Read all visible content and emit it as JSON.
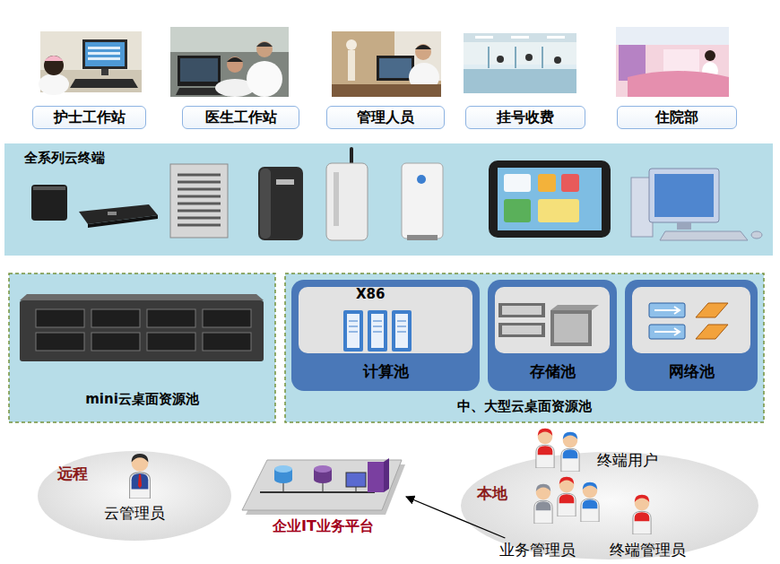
{
  "diagram": {
    "nodes": [
      {
        "text": [
          "护士工作站"
        ]
      },
      {
        "text": [
          "医生工作站"
        ]
      },
      {
        "text": [
          "管理人员"
        ]
      },
      {
        "text": [
          "挂号收费"
        ]
      },
      {
        "text": [
          "住院部"
        ]
      },
      {
        "text": [
          "全系列云终端"
        ]
      },
      {
        "text": [
          "mini云桌面资源池"
        ]
      },
      {
        "text": [
          "中、大型云桌面资源池"
        ]
      },
      {
        "text": [
          "X86",
          "计算池"
        ],
        "in": 7
      },
      {
        "text": [
          "存储池"
        ],
        "in": 7
      },
      {
        "text": [
          "网络池"
        ],
        "in": 7
      },
      {
        "text": [
          "远程"
        ]
      },
      {
        "text": [
          "云管理员"
        ],
        "in": 11
      },
      {
        "text": [
          "企业IT业务平台"
        ]
      },
      {
        "text": [
          "本地"
        ]
      },
      {
        "text": [
          "终端用户"
        ],
        "in": 14
      },
      {
        "text": [
          "业务管理员"
        ],
        "in": 14
      },
      {
        "text": [
          "终端管理员"
        ],
        "in": 14
      }
    ],
    "edges": [
      {
        "from": 16,
        "to": 13,
        "arrow": "to"
      }
    ]
  }
}
